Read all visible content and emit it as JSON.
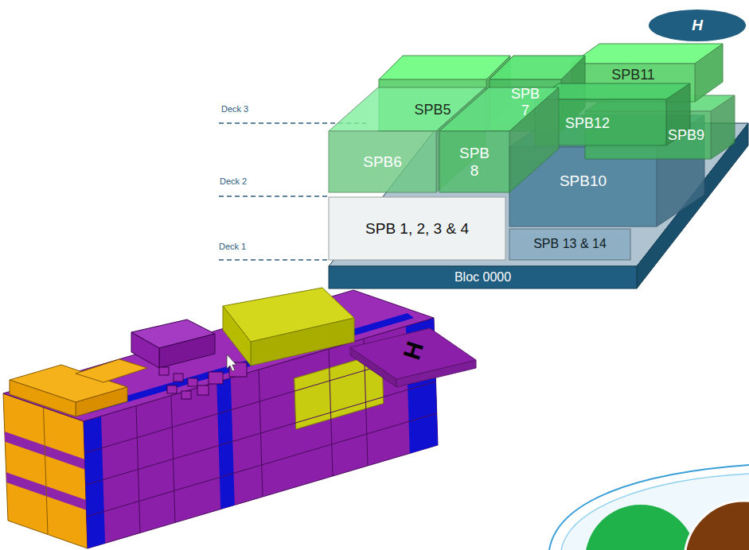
{
  "diagram": {
    "nodes": [
      {
        "text": [
          "H"
        ]
      },
      {
        "text": [
          "SPB5"
        ]
      },
      {
        "text": [
          "SPB 7"
        ]
      },
      {
        "text": [
          "SPB11"
        ]
      },
      {
        "text": [
          "SPB12"
        ]
      },
      {
        "text": [
          "SPB9"
        ]
      },
      {
        "text": [
          "SPB6"
        ]
      },
      {
        "text": [
          "SPB 8"
        ]
      },
      {
        "text": [
          "SPB10"
        ]
      },
      {
        "text": [
          "SPB 1, 2, 3 & 4"
        ]
      },
      {
        "text": [
          "SPB 13 & 14"
        ]
      },
      {
        "text": [
          "Bloc 0000"
        ]
      },
      {
        "text": [
          "H"
        ]
      }
    ],
    "labels": [
      "Deck 3",
      "Deck 2",
      "Deck 1"
    ]
  }
}
